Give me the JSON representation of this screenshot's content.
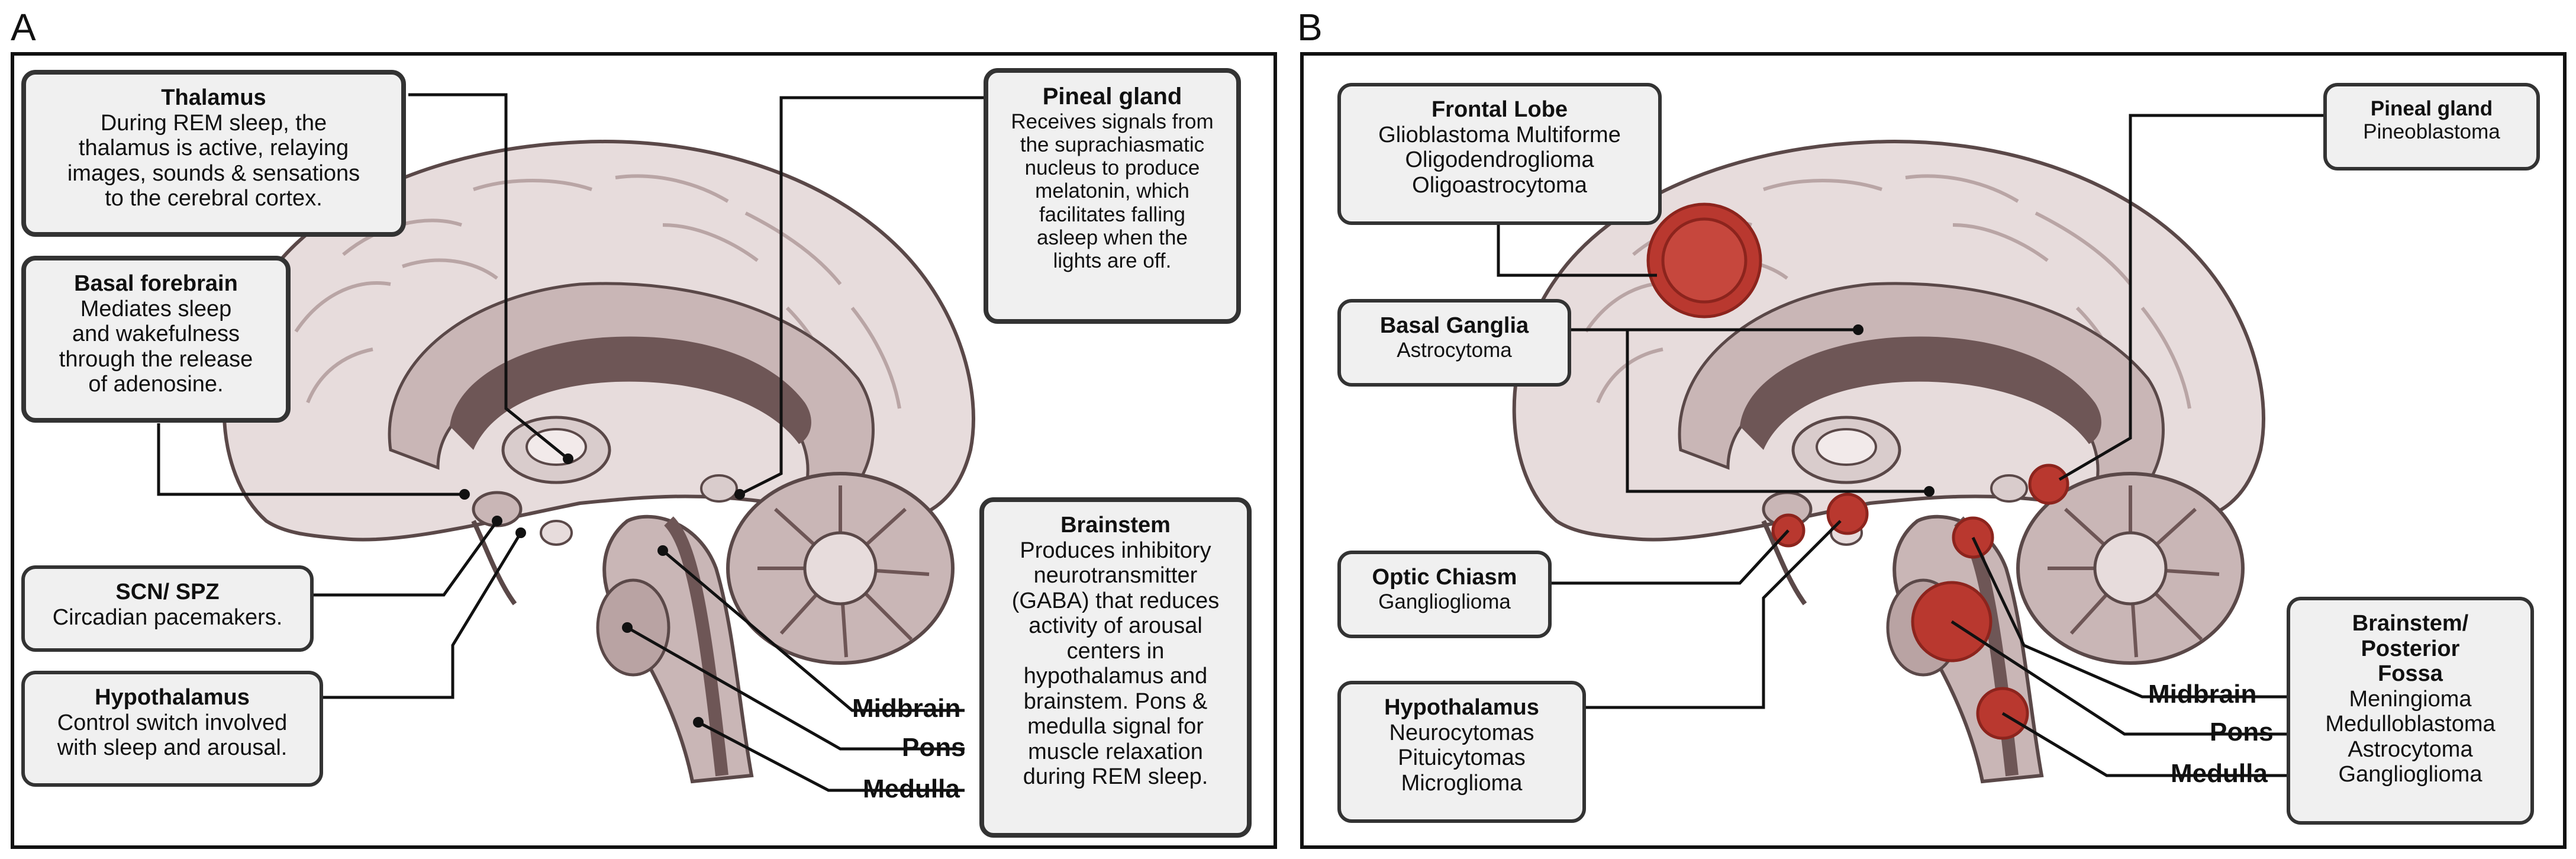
{
  "panels": {
    "a": "A",
    "b": "B"
  },
  "colors": {
    "tumor": "#b9382f",
    "brain_light": "#e7dcdc",
    "brain_mid": "#c9b6b6",
    "brain_dark": "#6e5656",
    "box_fill": "#f0f0f0"
  },
  "panel_a": {
    "thalamus": {
      "title": "Thalamus",
      "body": "During REM sleep, the\nthalamus is active, relaying\nimages, sounds & sensations\nto the cerebral cortex."
    },
    "basal_forebrain": {
      "title": "Basal forebrain",
      "body": "Mediates sleep\nand wakefulness\nthrough the release\nof adenosine."
    },
    "scn": {
      "title": "SCN/ SPZ",
      "body": "Circadian pacemakers."
    },
    "hypothalamus": {
      "title": "Hypothalamus",
      "body": "Control switch involved\nwith sleep and arousal."
    },
    "pineal": {
      "title": "Pineal gland",
      "body": "Receives signals from\nthe suprachiasmatic\nnucleus to produce\nmelatonin, which\nfacilitates falling\nasleep when the\nlights are off."
    },
    "brainstem": {
      "title": "Brainstem",
      "body": "Produces inhibitory\nneurotransmitter\n(GABA) that reduces\nactivity of arousal\ncenters in\nhypothalamus and\nbrainstem. Pons &\nmedulla signal for\nmuscle relaxation\nduring REM sleep."
    },
    "labels": {
      "midbrain": "Midbrain",
      "pons": "Pons",
      "medulla": "Medulla"
    }
  },
  "panel_b": {
    "frontal": {
      "title": "Frontal Lobe",
      "body": "Glioblastoma Multiforme\nOligodendroglioma\nOligoastrocytoma"
    },
    "basal_ganglia": {
      "title": "Basal Ganglia",
      "body": "Astrocytoma"
    },
    "optic": {
      "title": "Optic Chiasm",
      "body": "Ganglioglioma"
    },
    "hypothalamus": {
      "title": "Hypothalamus",
      "body": "Neurocytomas\nPituicytomas\nMicroglioma"
    },
    "pineal": {
      "title": "Pineal gland",
      "body": "Pineoblastoma"
    },
    "brainstem": {
      "title": "Brainstem/\nPosterior\nFossa",
      "body": "Meningioma\nMedulloblastoma\nAstrocytoma\nGanglioglioma"
    },
    "labels": {
      "midbrain": "Midbrain",
      "pons": "Pons",
      "medulla": "Medulla"
    }
  }
}
